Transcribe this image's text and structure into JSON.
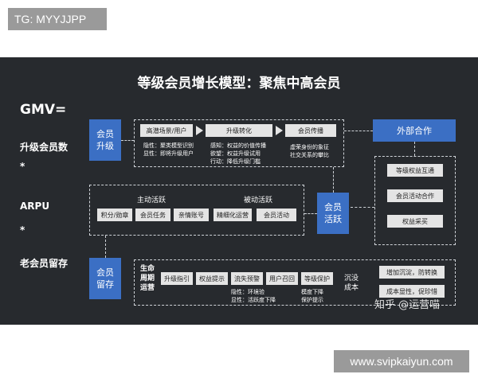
{
  "tag": "TG: MYYJJPP",
  "site": "www.svipkaiyun.com",
  "watermark": "知乎 @运营喵",
  "diagram": {
    "title": "等级会员增长模型：聚焦中高会员",
    "formula": {
      "gmv": "GMV=",
      "upgrade": "升级会员数",
      "star1": "*",
      "arpu": "ARPU",
      "star2": "*",
      "retain": "老会员留存"
    },
    "upgrade_row": {
      "node": "会员\n升级",
      "step1": "高潜场景/用户",
      "step2": "升级转化",
      "step3": "会员传播",
      "note1": "隐性：聚类模型识别\n显性：即将升级用户",
      "note2": "感知：权益的价值传播\n欲望：权益升级试用\n行动：降低升级门槛",
      "note3": "虚荣身份的象征\n社交关系的攀比"
    },
    "external": {
      "node": "外部合作",
      "items": [
        "等级权益互通",
        "会员活动合作",
        "权益采买"
      ]
    },
    "active_row": {
      "node": "会员\n活跃",
      "active_label": "主动活跃",
      "passive_label": "被动活跃",
      "active_items": [
        "积分/勋章",
        "会员任务",
        "亲情账号"
      ],
      "passive_items": [
        "精细化运营",
        "会员活动"
      ]
    },
    "retain_row": {
      "node": "会员\n留存",
      "lifecycle": "生命\n周期\n运营",
      "items": [
        "升级指引",
        "权益提示",
        "流失预警",
        "用户召回",
        "等级保护"
      ],
      "note_warn": "隐性：环境验\n显性：活跃度下降",
      "note_protect": "模度下降\n保护提示",
      "sink": "沉没\n成本",
      "sink_items": [
        "增加沉淀，防转换",
        "成本显性，促珍惜"
      ]
    }
  }
}
